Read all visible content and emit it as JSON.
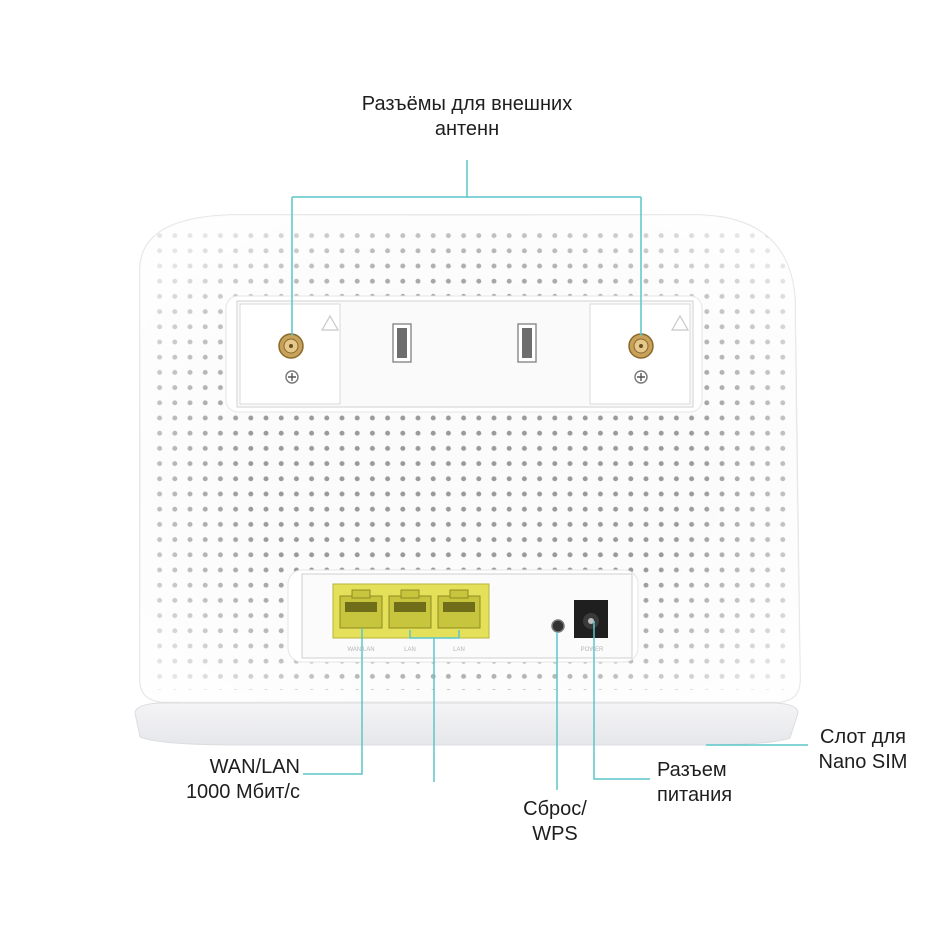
{
  "colors": {
    "callout": "#5cc6c9",
    "body": "#fbfbfb",
    "outline": "#dedede",
    "hole": "#9a9a9a",
    "port": "#e4e05a",
    "text": "#1e1e1e"
  },
  "labels": {
    "antenna": {
      "line1": "Разъёмы для внешних",
      "line2": "антенн"
    },
    "wan": {
      "line1": "WAN/LAN",
      "line2": "1000 Мбит/с"
    },
    "reset": {
      "line1": "Сброс/",
      "line2": "WPS"
    },
    "power": {
      "line1": "Разъем",
      "line2": "питания"
    },
    "sim": {
      "line1": "Слот для",
      "line2": "Nano SIM"
    }
  },
  "ports": {
    "count": 3,
    "port_labels": [
      "WAN/LAN",
      "LAN",
      "LAN"
    ],
    "power_label": "POWER"
  },
  "icons": [
    "antenna-connector-icon",
    "screw-icon",
    "warning-icon",
    "ethernet-port-icon",
    "reset-button-icon",
    "power-jack-icon"
  ]
}
